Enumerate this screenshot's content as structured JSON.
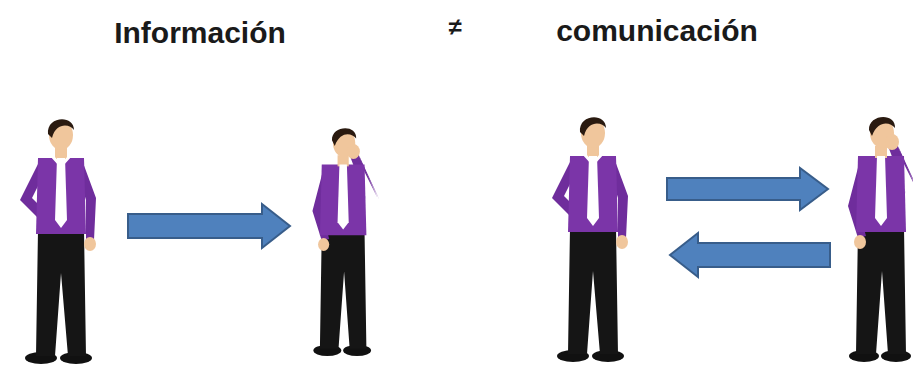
{
  "diagram": {
    "labels": [
      "Información",
      "≠",
      "comunicación"
    ]
  }
}
